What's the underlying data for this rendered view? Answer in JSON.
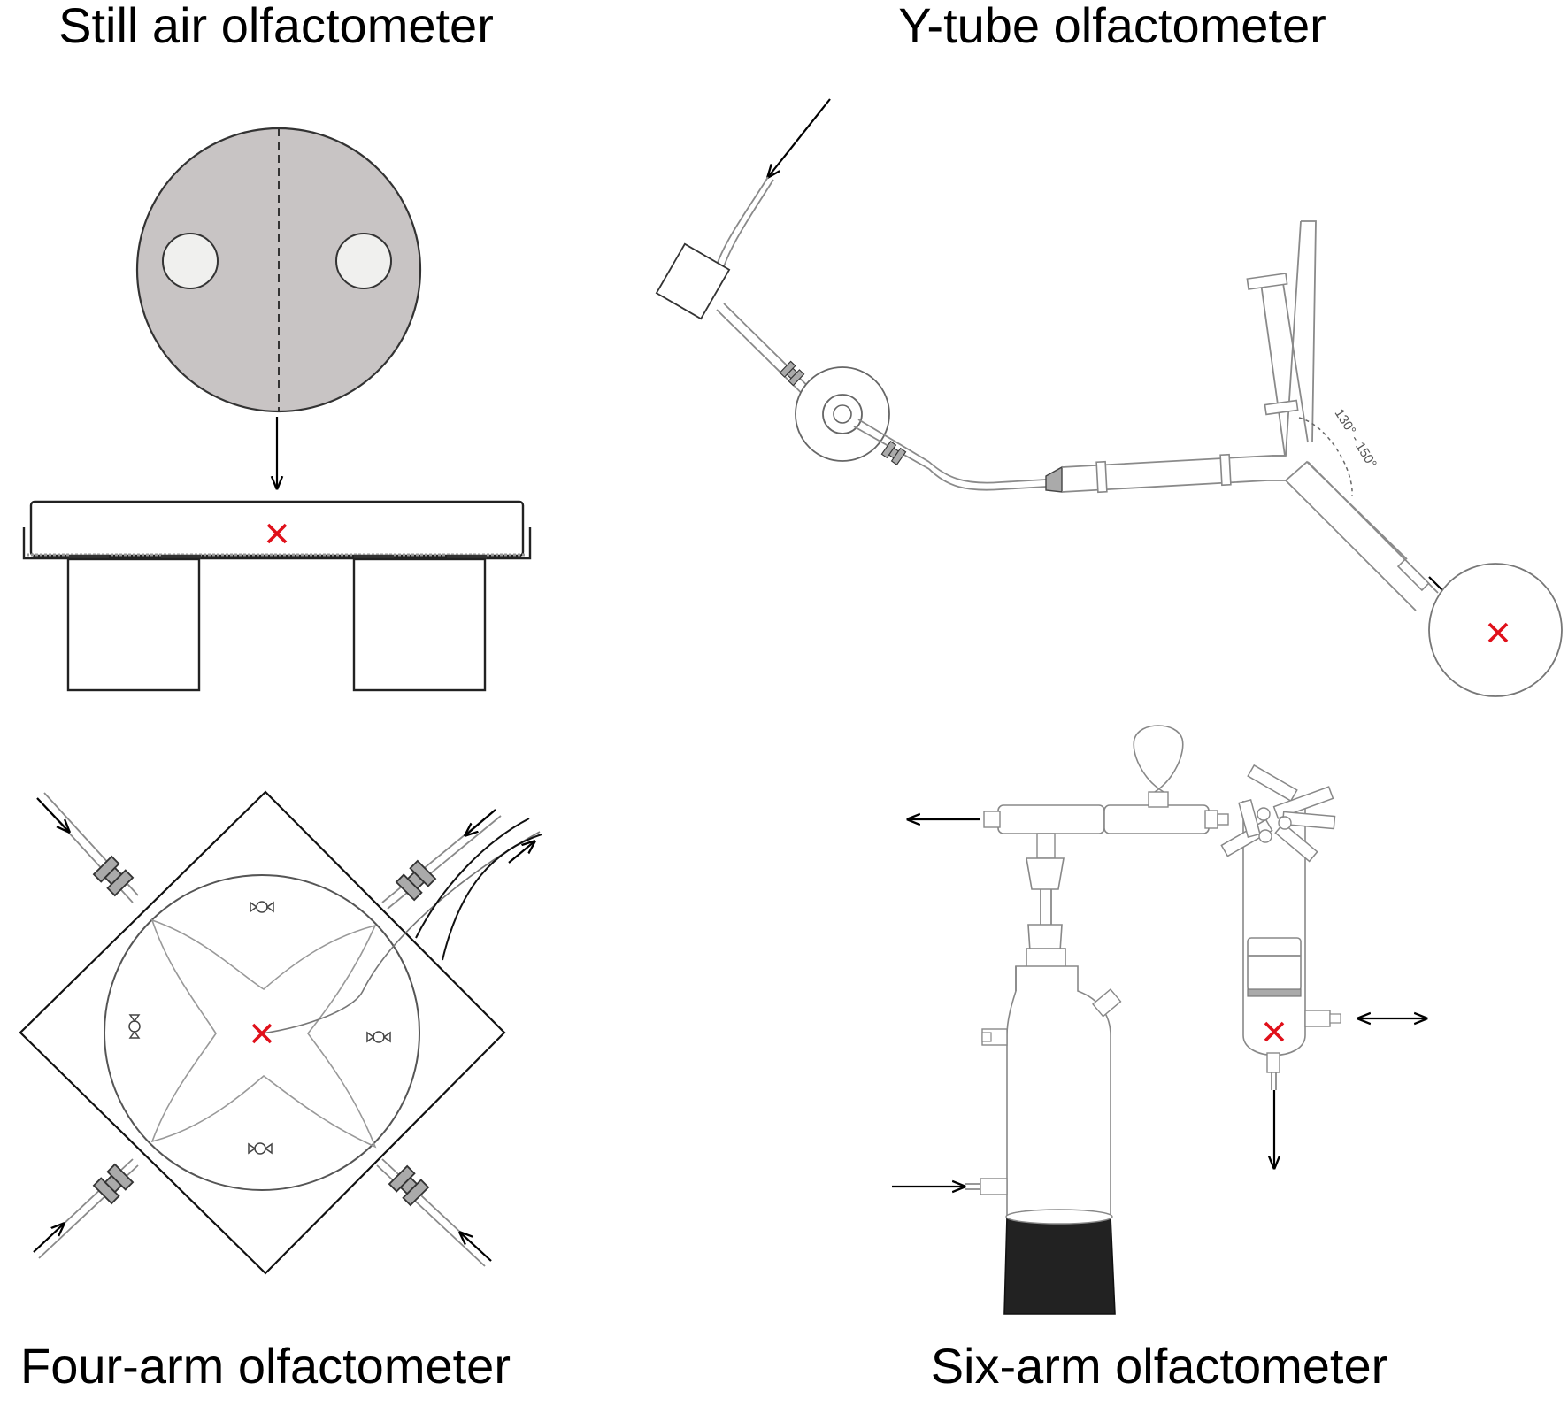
{
  "panels": {
    "still_air": {
      "title": "Still air olfactometer"
    },
    "y_tube": {
      "title": "Y-tube olfactometer",
      "angle_label": "130° - 150°"
    },
    "four_arm": {
      "title": "Four-arm olfactometer"
    },
    "six_arm": {
      "title": "Six-arm olfactometer"
    }
  },
  "colors": {
    "line": "#000000",
    "glass": "#8a8a8a",
    "arena_fill": "#c8c4c4",
    "hole_fill": "#f0f0ee",
    "connector_fill": "#aaaaaa",
    "marker": "#e0101a",
    "base_fill": "#222222"
  },
  "icons": {
    "release_point": "red-cross-marker",
    "airflow": "arrow-icon"
  }
}
